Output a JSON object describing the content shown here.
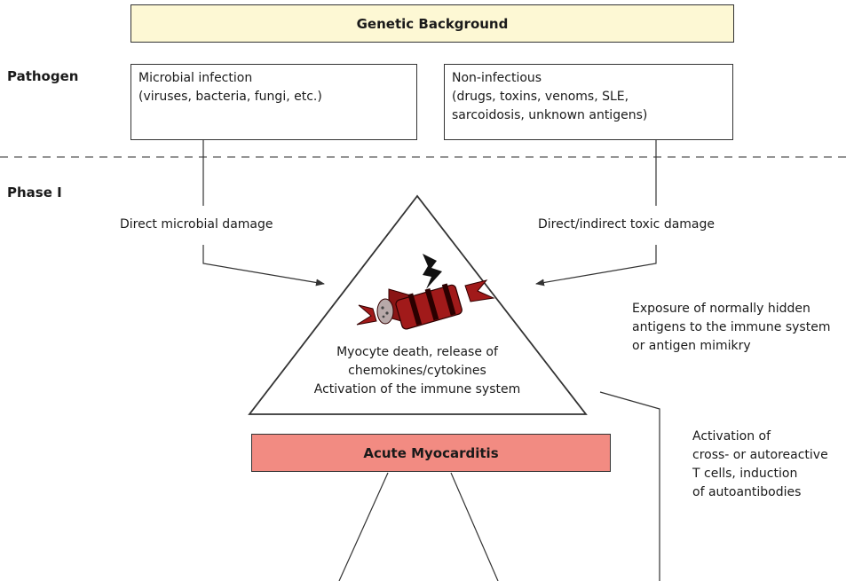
{
  "diagram": {
    "genetic_background": "Genetic Background",
    "pathogen_label": "Pathogen",
    "phase1_label": "Phase I",
    "microbial_box": {
      "title": "Microbial infection",
      "detail": "(viruses, bacteria, fungi, etc.)"
    },
    "noninfectious_box": {
      "title": "Non-infectious",
      "detail_line1": "(drugs, toxins, venoms, SLE,",
      "detail_line2": "sarcoidosis, unknown antigens)"
    },
    "direct_microbial_damage": "Direct microbial damage",
    "direct_indirect_toxic_damage": "Direct/indirect toxic damage",
    "triangle_text": {
      "line1": "Myocyte death, release of",
      "line2": "chemokines/cytokines",
      "line3": "Activation of the immune system"
    },
    "exposure_text": {
      "line1": "Exposure of normally hidden",
      "line2": "antigens to the immune system",
      "line3": "or antigen mimikry"
    },
    "acute_myocarditis": "Acute Myocarditis",
    "activation_text": {
      "line1": "Activation of",
      "line2": "cross- or autoreactive",
      "line3": "T cells, induction",
      "line4": "of autoantibodies"
    },
    "colors": {
      "genetic_fill": "#fdf8d4",
      "acute_fill": "#f28b82",
      "myocyte_red": "#9c1a1a",
      "line": "#333333"
    }
  }
}
